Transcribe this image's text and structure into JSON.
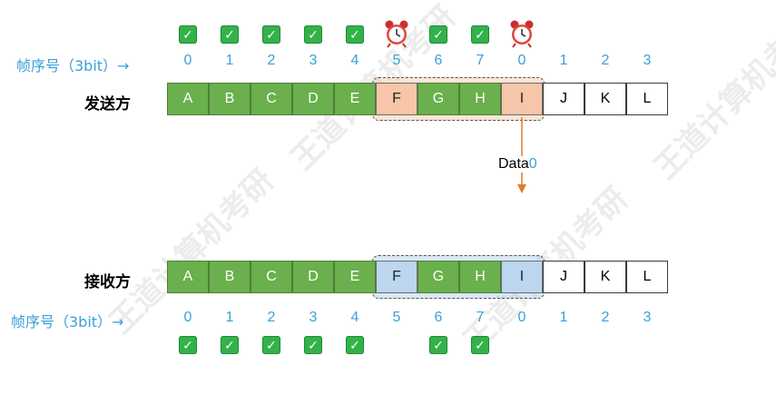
{
  "sender": {
    "label": "发送方",
    "seq_label": "帧序号（3bit）→",
    "seq": [
      "0",
      "1",
      "2",
      "3",
      "4",
      "5",
      "6",
      "7",
      "0",
      "1",
      "2",
      "3"
    ],
    "frames": [
      "A",
      "B",
      "C",
      "D",
      "E",
      "F",
      "G",
      "H",
      "I",
      "J",
      "K",
      "L"
    ],
    "status": [
      "check",
      "check",
      "check",
      "check",
      "check",
      "alarm",
      "check",
      "check",
      "alarm",
      "",
      "",
      ""
    ]
  },
  "receiver": {
    "label": "接收方",
    "seq_label": "帧序号（3bit）→",
    "seq": [
      "0",
      "1",
      "2",
      "3",
      "4",
      "5",
      "6",
      "7",
      "0",
      "1",
      "2",
      "3"
    ],
    "frames": [
      "A",
      "B",
      "C",
      "D",
      "E",
      "F",
      "G",
      "H",
      "I",
      "J",
      "K",
      "L"
    ],
    "status": [
      "check",
      "check",
      "check",
      "check",
      "check",
      "",
      "check",
      "check",
      "",
      "",
      "",
      ""
    ]
  },
  "transfer": {
    "label": "Data",
    "seq": "0"
  },
  "colors": {
    "green": "#6ab04c",
    "orange": "#f7c6a8",
    "blue": "#bcd6ef",
    "arrow": "#e07b2a",
    "seq_text": "#3aa0d8"
  },
  "watermark": "王道计算机考研"
}
